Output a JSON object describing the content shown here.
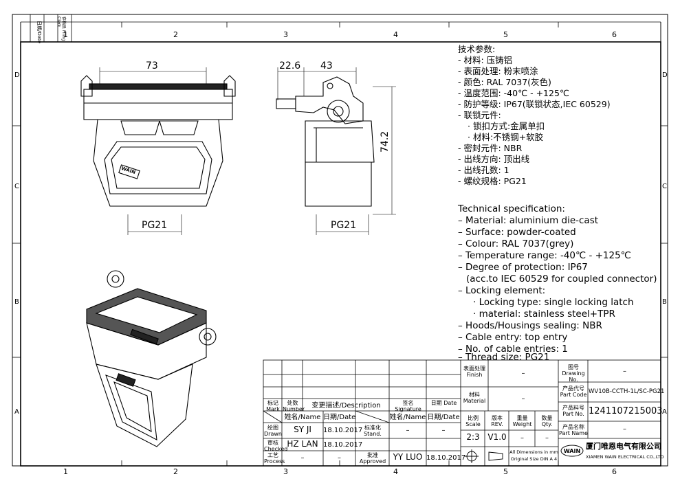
{
  "zones": {
    "cols": [
      "1",
      "2",
      "3",
      "4",
      "5",
      "6"
    ],
    "rows": [
      "D",
      "C",
      "B",
      "A"
    ]
  },
  "filing": {
    "date": "日期/Date",
    "filing_clerk": "存档员 Filing Clerk"
  },
  "dimensions": {
    "front_width": "73",
    "side_offset": "22.6",
    "side_width": "43",
    "height": "74.2",
    "thread_front": "PG21",
    "thread_side": "PG21"
  },
  "product_marking": "WAIN",
  "spec_cn": [
    "技术参数:",
    "- 材料: 压铸铝",
    "- 表面处理: 粉末喷涂",
    "- 颜色: RAL 7037(灰色)",
    "- 温度范围: -40℃ - +125℃",
    "- 防护等级: IP67(联锁状态,IEC 60529)",
    "- 联锁元件:",
    "    · 锁扣方式:金属单扣",
    "    · 材料:不锈钢+软胶",
    "- 密封元件: NBR",
    "- 出线方向: 顶出线",
    "- 出线孔数: 1",
    "- 螺纹规格: PG21"
  ],
  "spec_en": [
    "Technical specification:",
    "– Material: aluminium die-cast",
    "– Surface: powder-coated",
    "– Colour: RAL 7037(grey)",
    "– Temperature range: -40℃ - +125℃",
    "– Degree of protection: IP67",
    "   (acc.to IEC 60529 for coupled connector)",
    "– Locking element:",
    "     · Locking type: single locking latch",
    "     · material: stainless steel+TPR",
    "– Hoods/Housings sealing: NBR",
    "– Cable entry: top entry",
    "– No. of cable entries: 1",
    "– Thread size: PG21"
  ],
  "revision_block": {
    "mark": "标记 Mark",
    "number": "处数 Number",
    "description": "变更描述/Description",
    "signature": "签名 Signature",
    "date": "日期 Date",
    "name_col": "姓名/Name",
    "date_col": "日期/Date",
    "std": "标准化 Stand.",
    "approved": "批准 Approved",
    "drawn": "绘图 Drawn",
    "checked": "审核 Checked",
    "process": "工艺 Process",
    "drawn_name": "SY JI",
    "drawn_date": "18.10.2017",
    "checked_name": "HZ LAN",
    "checked_date": "18.10.2017",
    "process_name": "–",
    "process_date": "–",
    "std_name": "–",
    "std_date": "–",
    "approved_name": "YY LUO",
    "approved_date": "18.10.2017"
  },
  "title_block": {
    "finish_label": "表面处理 Finish",
    "finish_value": "–",
    "material_label": "材料 Material",
    "material_value": "–",
    "scale_label": "比例 Scale",
    "rev_label": "版本 REV.",
    "weight_label": "重量 Weight",
    "qty_label": "数量 Qty.",
    "scale_value": "2:3",
    "rev_value": "V1.0",
    "weight_value": "–",
    "qty_value": "–",
    "dims_note_1": "All Dimensions in mm",
    "dims_note_2": "Original Size DIN A 4",
    "drawing_no_label": "图号 Drawing No.",
    "drawing_no_value": "–",
    "part_code_label": "产品代号 Part Code",
    "part_code_value": "WV10B-CCTH-1L/SC-PG21",
    "part_no_label": "产品料号 Part No.",
    "part_no_value": "1241107215003",
    "part_name_label": "产品名称 Part Name",
    "part_name_value": "–",
    "company_cn": "厦门唯恩电气有限公司",
    "company_en": "XIAMEN WAIN ELECTRICAL CO.,LTD",
    "logo": "WAIN"
  }
}
